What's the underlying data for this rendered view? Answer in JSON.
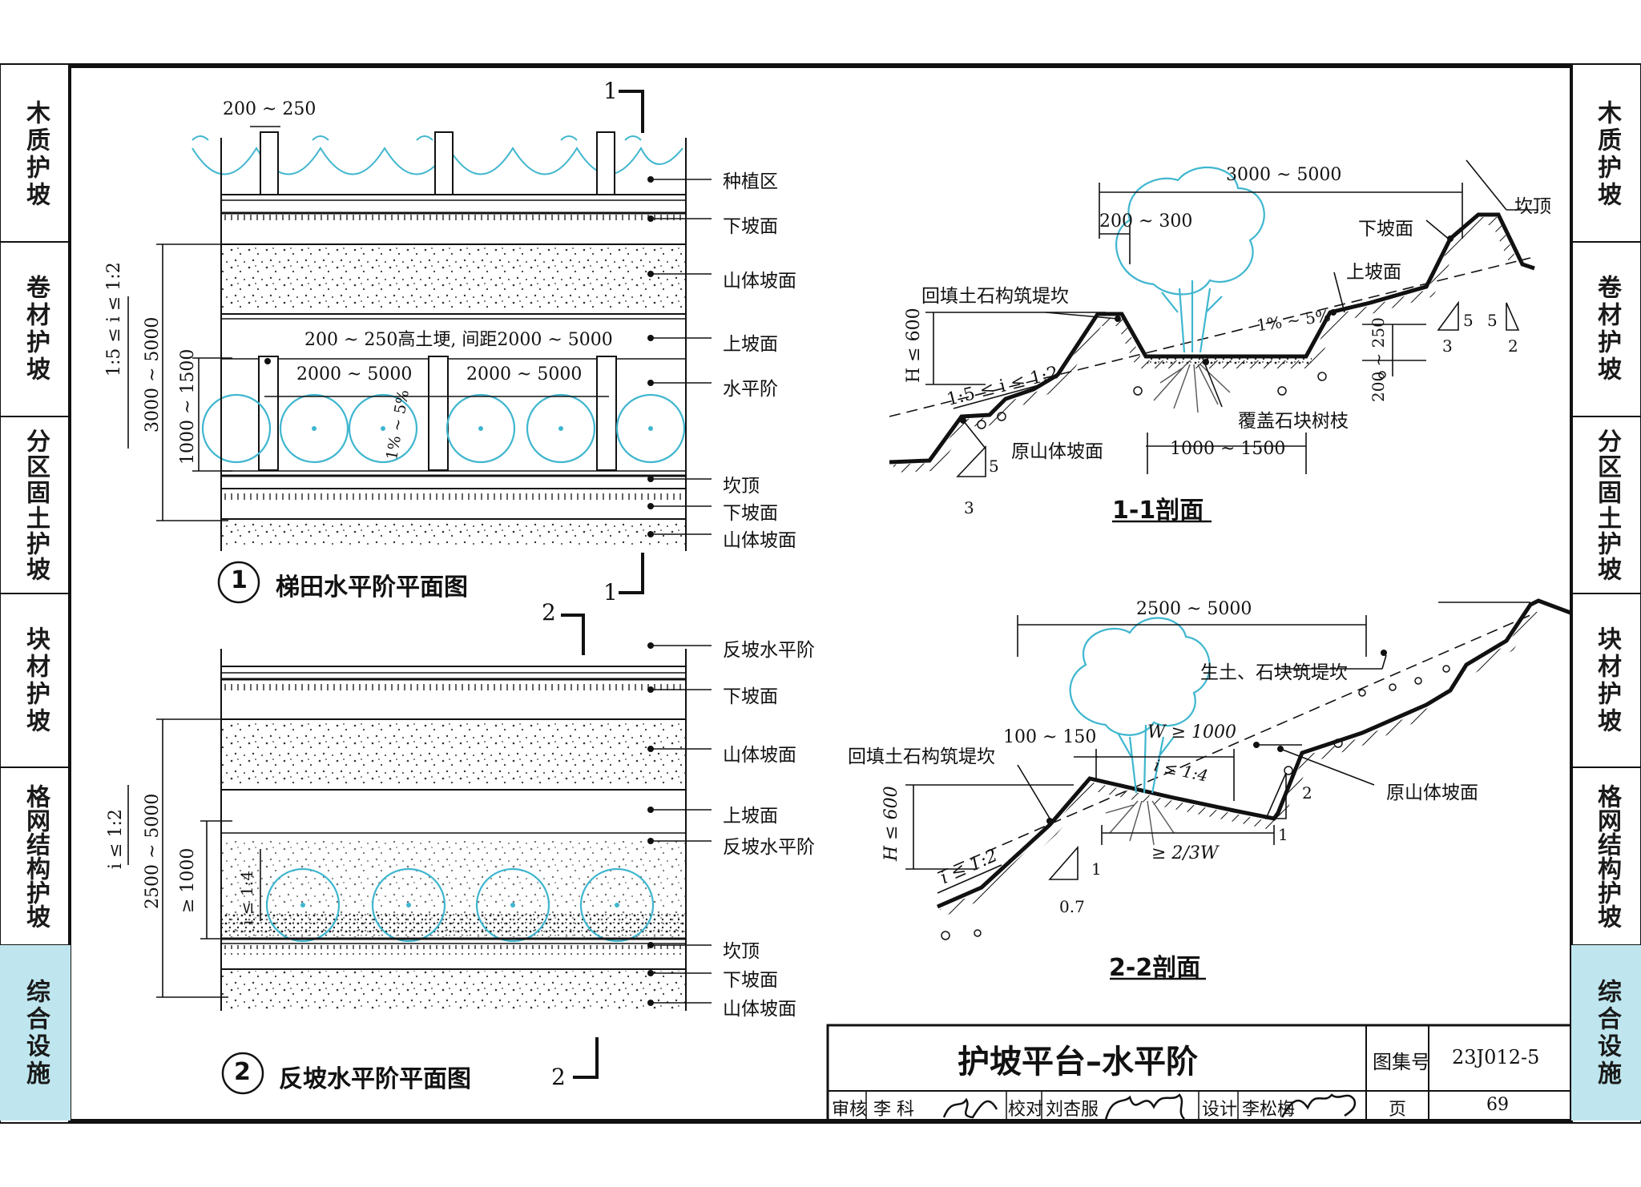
{
  "side_tabs_left": [
    {
      "label": "木质护坡"
    },
    {
      "label": "卷材护坡"
    },
    {
      "label": "分区固土护坡"
    },
    {
      "label": "块材护坡"
    },
    {
      "label": "格网结构护坡"
    },
    {
      "label": "综合设施",
      "active": true
    }
  ],
  "side_tabs_right": [
    {
      "label": "木质护坡"
    },
    {
      "label": "卷材护坡"
    },
    {
      "label": "分区固土护坡"
    },
    {
      "label": "块材护坡"
    },
    {
      "label": "格网结构护坡"
    },
    {
      "label": "综合设施",
      "active": true
    }
  ],
  "plan1": {
    "section_mark_top": "1",
    "section_mark_bottom": "1",
    "dim_top": "200 ~ 250",
    "dim_slope": "1:5 ≤ i ≤ 1:2",
    "dim_total": "3000 ~ 5000",
    "dim_step": "1000 ~ 1500",
    "note_ridge": "200 ~ 250高土埂, 间距2000 ~ 5000",
    "dim_span_a": "2000 ~ 5000",
    "dim_span_b": "2000 ~ 5000",
    "dim_grade": "1% ~ 5%",
    "labels": [
      "种植区",
      "下坡面",
      "山体坡面",
      "上坡面",
      "水平阶",
      "坎顶",
      "下坡面",
      "山体坡面"
    ],
    "caption_num": "1",
    "caption": "梯田水平阶平面图"
  },
  "plan2": {
    "section_mark_top": "2",
    "section_mark_bottom": "2",
    "dim_slope": "i ≤ 1:2",
    "dim_total": "2500 ~ 5000",
    "dim_step": "≥ 1000",
    "dim_reverse": "i ≤ 1:4",
    "labels": [
      "反坡水平阶",
      "下坡面",
      "山体坡面",
      "上坡面",
      "反坡水平阶",
      "坎顶",
      "下坡面",
      "山体坡面"
    ],
    "caption_num": "2",
    "caption": "反坡水平阶平面图"
  },
  "section1": {
    "dim_top": "3000 ~ 5000",
    "dim_small": "200 ~ 300",
    "label_down": "下坡面",
    "label_crest": "坎顶",
    "label_up": "上坡面",
    "label_fill": "回填土石构筑堤坎",
    "label_grade": "1% ~ 5%",
    "dim_h": "H ≤ 600",
    "dim_slope": "1:5 ≤ i ≤ 1:2",
    "dim_depth": "200 ~ 250",
    "label_cover": "覆盖石块树枝",
    "label_orig": "原山体坡面",
    "dim_bottom": "1000 ~ 1500",
    "ratio_a_top": "5",
    "ratio_a_bot": "3",
    "ratio_b_top": "5",
    "ratio_b_bot": "3",
    "ratio_c_top": "5",
    "ratio_c_bot": "2",
    "caption": "1-1剖面"
  },
  "section2": {
    "dim_top": "2500 ~ 5000",
    "label_bank": "生土、石块筑堤坎",
    "dim_small": "100 ~ 150",
    "dim_w": "W ≥ 1000",
    "label_fill": "回填土石构筑堤坎",
    "dim_i": "i ≤ 1:4",
    "label_orig": "原山体坡面",
    "dim_h": "H ≤ 600",
    "dim_slope": "i ≤ 1:2",
    "dim_23": "≥ 2/3W",
    "ratio_a_top": "1",
    "ratio_a_bot": "0.7",
    "ratio_b_top": "2",
    "ratio_b_bot": "1",
    "caption": "2-2剖面"
  },
  "title_block": {
    "title": "护坡平台–水平阶",
    "atlas_label": "图集号",
    "atlas_no": "23J012-5",
    "review_label": "审核",
    "reviewer": "李 科",
    "check_label": "校对",
    "checker": "刘杏服",
    "design_label": "设计",
    "designer": "李松梅",
    "page_label": "页",
    "page_no": "69"
  },
  "colors": {
    "tree": "#3fb6cf",
    "tab_active": "#bfe6ee",
    "ink": "#111111"
  }
}
